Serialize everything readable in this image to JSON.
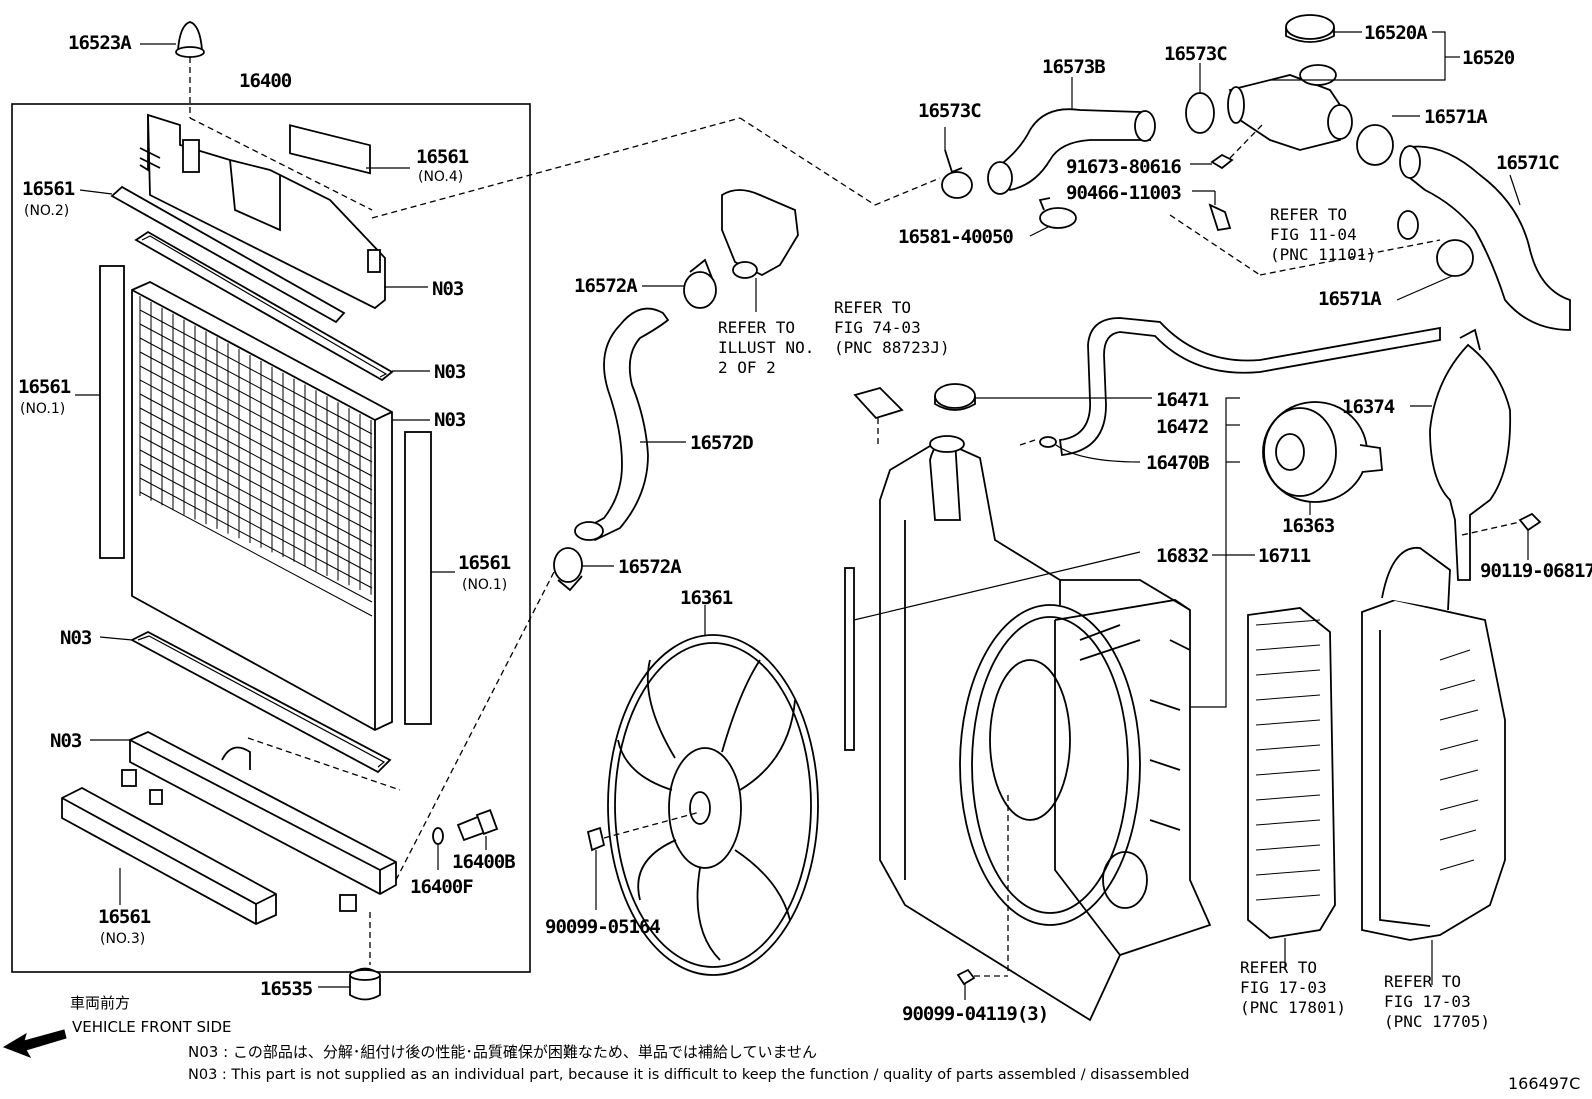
{
  "labels": {
    "p16523A": "16523A",
    "p16400": "16400",
    "p16561_no4": "16561",
    "no4": "(NO.4)",
    "p16561_no2": "16561",
    "no2": "(NO.2)",
    "n03_a": "N03",
    "n03_b": "N03",
    "n03_c": "N03",
    "p16561_no1_left": "16561",
    "no1_left": "(NO.1)",
    "p16561_no1_right": "16561",
    "no1_right": "(NO.1)",
    "n03_d": "N03",
    "n03_e": "N03",
    "p16400F": "16400F",
    "p16400B": "16400B",
    "p16561_no3": "16561",
    "no3": "(NO.3)",
    "p16535": "16535",
    "p16572A_top": "16572A",
    "p16572D": "16572D",
    "p16572A_bottom": "16572A",
    "p16361": "16361",
    "p90099_05164": "90099-05164",
    "p16573C_left": "16573C",
    "p16573B": "16573B",
    "p16573C_right": "16573C",
    "p16520A": "16520A",
    "p16520": "16520",
    "p16571A_top": "16571A",
    "p16571C": "16571C",
    "p91673_80616": "91673-80616",
    "p90466_11003": "90466-11003",
    "p16581_40050": "16581-40050",
    "p16571A_bottom": "16571A",
    "p16471": "16471",
    "p16472": "16472",
    "p16470B": "16470B",
    "p16374": "16374",
    "p16363": "16363",
    "p16832": "16832",
    "p16711": "16711",
    "p90119_06817": "90119-06817",
    "p90099_04119": "90099-04119(3)"
  },
  "refs": {
    "ref_11_04": [
      "REFER TO",
      "FIG 11-04",
      "(PNC 11101)"
    ],
    "ref_74_03": [
      "REFER TO",
      "FIG 74-03",
      "(PNC 88723J)"
    ],
    "ref_illust": [
      "REFER TO",
      "ILLUST NO.",
      "2 OF 2"
    ],
    "ref_17801": [
      "REFER TO",
      "FIG 17-03",
      "(PNC 17801)"
    ],
    "ref_17705": [
      "REFER TO",
      "FIG 17-03",
      "(PNC 17705)"
    ]
  },
  "front": {
    "jp": "車両前方",
    "en": "VEHICLE FRONT SIDE",
    "icon": "arrow-left-icon"
  },
  "notes": {
    "jp": "N03 : この部品は、分解･組付け後の性能･品質確保が困難なため、単品では補給していません",
    "en": "N03 : This part is not supplied as an individual part, because it is difficult to keep the function / quality of parts assembled / disassembled"
  },
  "figure_id": "166497C"
}
